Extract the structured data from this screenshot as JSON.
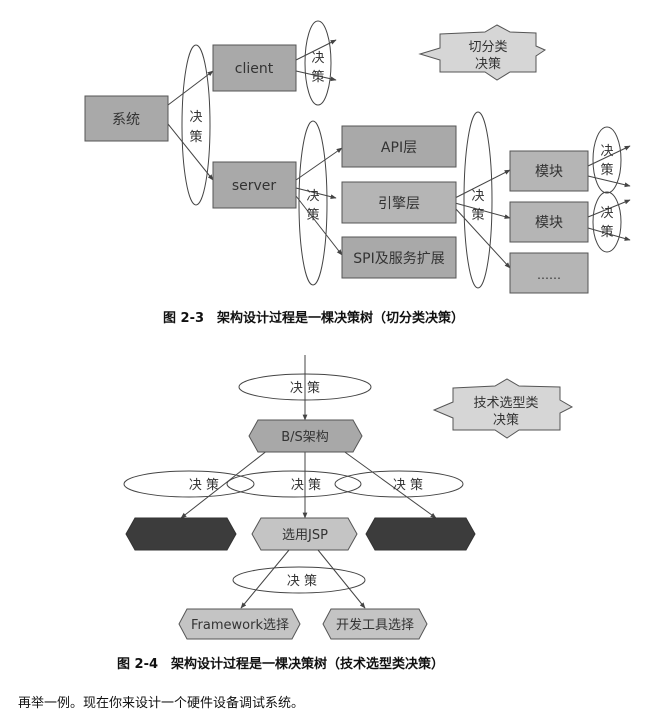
{
  "figure_2_3": {
    "nodes": {
      "system": "系统",
      "client": "client",
      "server": "server",
      "api_layer": "API层",
      "engine_layer": "引擎层",
      "spi_layer": "SPI及服务扩展",
      "module_1": "模块",
      "module_2": "模块",
      "module_more": "……"
    },
    "decision_char_1": "决",
    "decision_char_2": "策",
    "callout_line1": "切分类",
    "callout_line2": "决策",
    "caption": "图 2-3　架构设计过程是一棵决策树（切分类决策）"
  },
  "figure_2_4": {
    "decision_label": "决 策",
    "nodes": {
      "bs_arch": "B/S架构",
      "use_jsp": "选用JSP",
      "framework_select": "Framework选择",
      "dev_tool_select": "开发工具选择"
    },
    "callout_line1": "技术选型类",
    "callout_line2": "决策",
    "caption": "图 2-4　架构设计过程是一棵决策树（技术选型类决策）"
  },
  "body_text": "再举一例。现在你来设计一个硬件设备调试系统。"
}
